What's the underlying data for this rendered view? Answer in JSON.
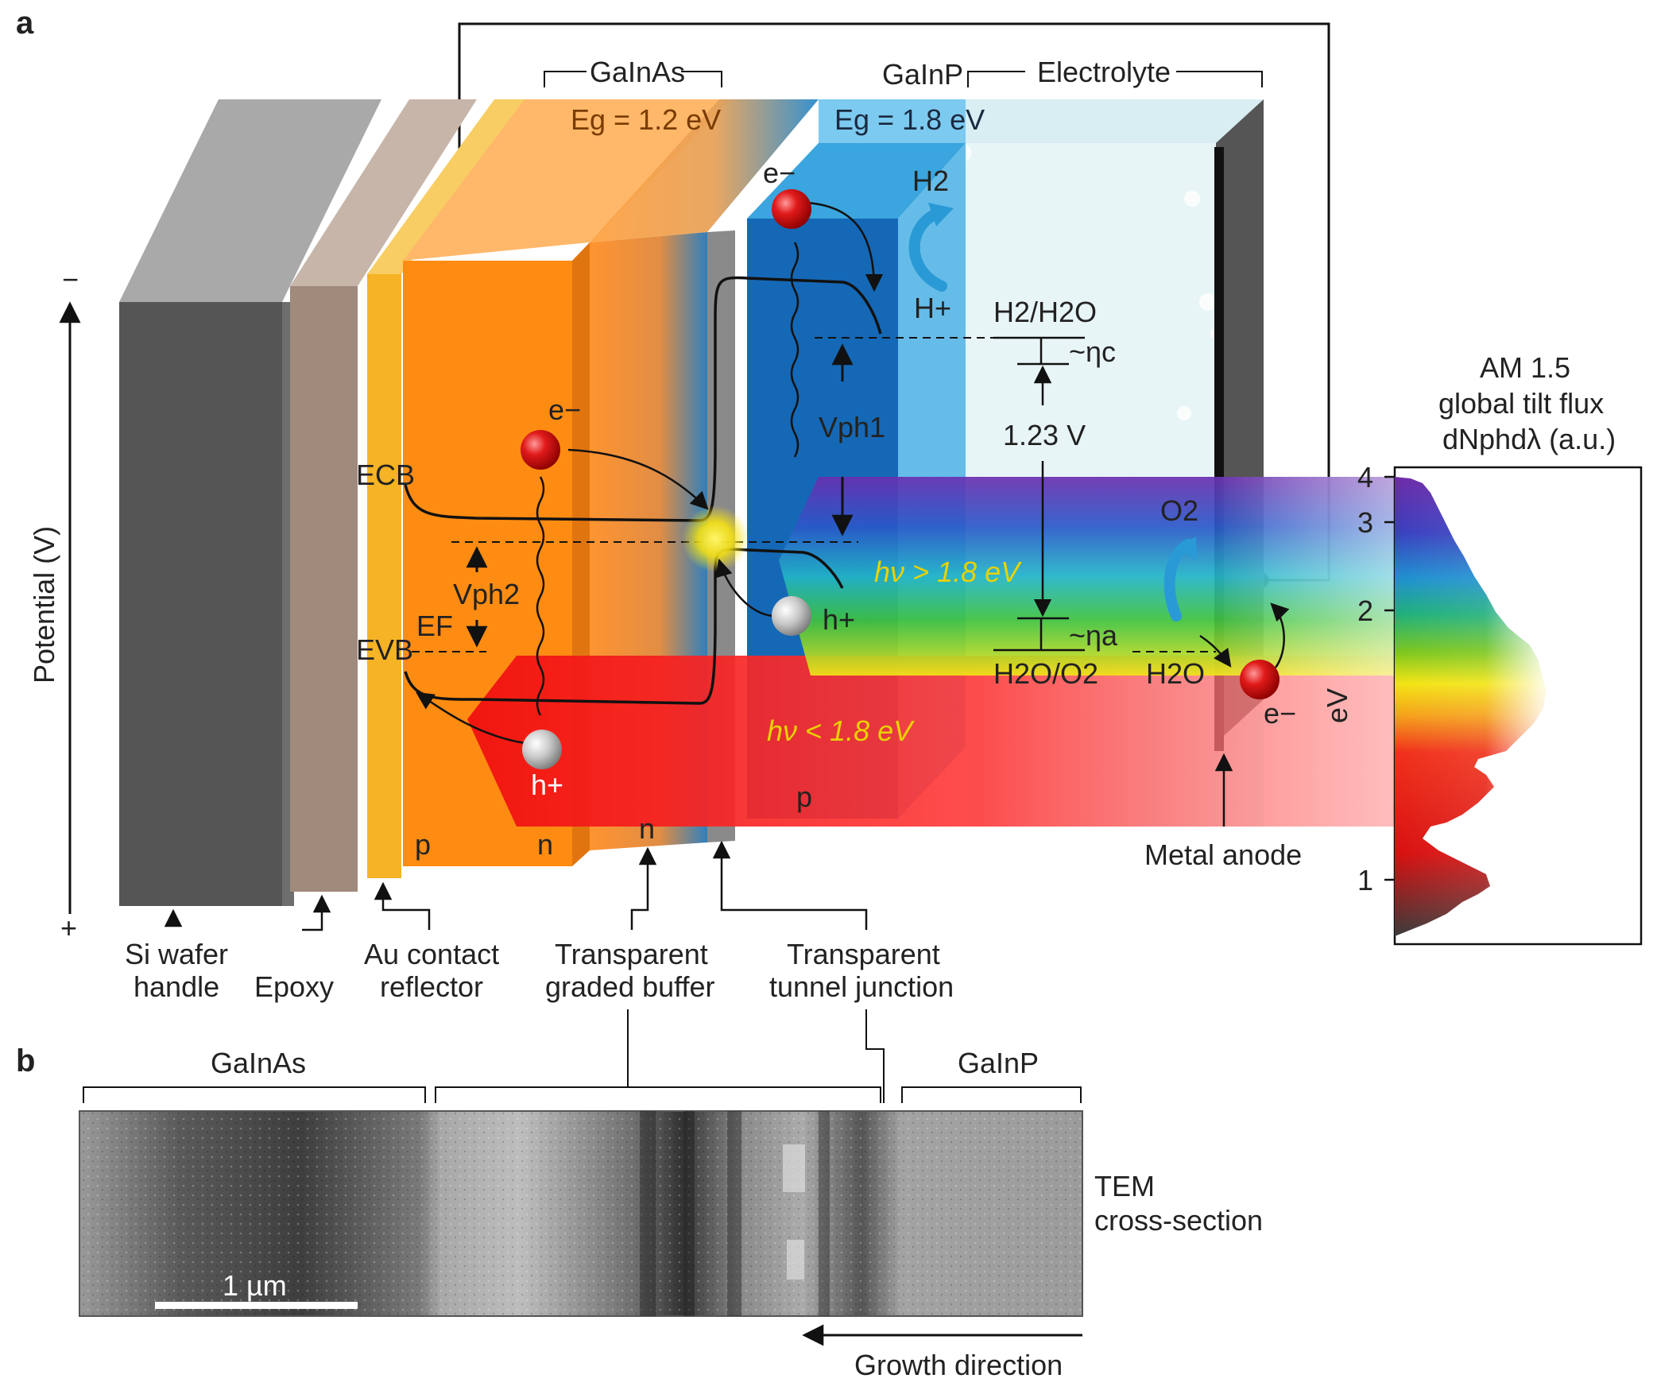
{
  "panel_a": {
    "letter": "a",
    "top_labels": {
      "gainas": "GaInAs",
      "gainp": "GaInP",
      "electrolyte": "Electrolyte",
      "eg_gainas": "Eg = 1.2 eV",
      "eg_gainp": "Eg = 1.8 eV"
    },
    "potential_axis": {
      "label": "Potential (V)",
      "minus": "−",
      "plus": "+"
    },
    "band_labels": {
      "ecb": "ECB",
      "evb": "EVB",
      "ef": "EF",
      "vph1": "Vph1",
      "vph2": "Vph2"
    },
    "carriers": {
      "electron": "e−",
      "hole": "h+"
    },
    "layer_letters": [
      "p",
      "n",
      "n",
      "p"
    ],
    "reactions": {
      "h2": "H2",
      "hplus": "H+",
      "o2": "O2",
      "h2_h2o": "H2/H2O",
      "h2o_o2": "H2O/O2",
      "h2o": "H2O",
      "eta_c": "~ηc",
      "eta_a": "~ηa",
      "v123": "1.23 V"
    },
    "photons": {
      "above": "hν > 1.8 eV",
      "below": "hν < 1.8 eV"
    },
    "metal_anode": "Metal anode",
    "bottom_labels": {
      "si_wafer": [
        "Si wafer",
        "handle"
      ],
      "epoxy": "Epoxy",
      "au_contact": [
        "Au contact",
        "reflector"
      ],
      "graded_buffer": [
        "Transparent",
        "graded buffer"
      ],
      "tunnel_junction": [
        "Transparent",
        "tunnel junction"
      ]
    },
    "spectrum": {
      "title": [
        "AM 1.5",
        "global tilt flux",
        "dNphdλ (a.u.)"
      ],
      "axis_label": "eV",
      "ticks": [
        "4",
        "3",
        "2",
        "1"
      ]
    }
  },
  "panel_b": {
    "letter": "b",
    "gainas": "GaInAs",
    "gainp": "GaInP",
    "scale_bar": "1 µm",
    "tem": [
      "TEM",
      "cross-section"
    ],
    "growth": "Growth direction"
  },
  "colors": {
    "si": "#5a5a5a",
    "epoxy": "#a08a7c",
    "au": "#f5b325",
    "gainas": "#ff8c12",
    "gainp": "#1a78c0",
    "electrolyte": "#e6f3f6",
    "electron": "#d8141b",
    "hole": "#c8c8c8",
    "arrow_blue": "#2a9ad6",
    "photon_label": "#e8d200"
  }
}
